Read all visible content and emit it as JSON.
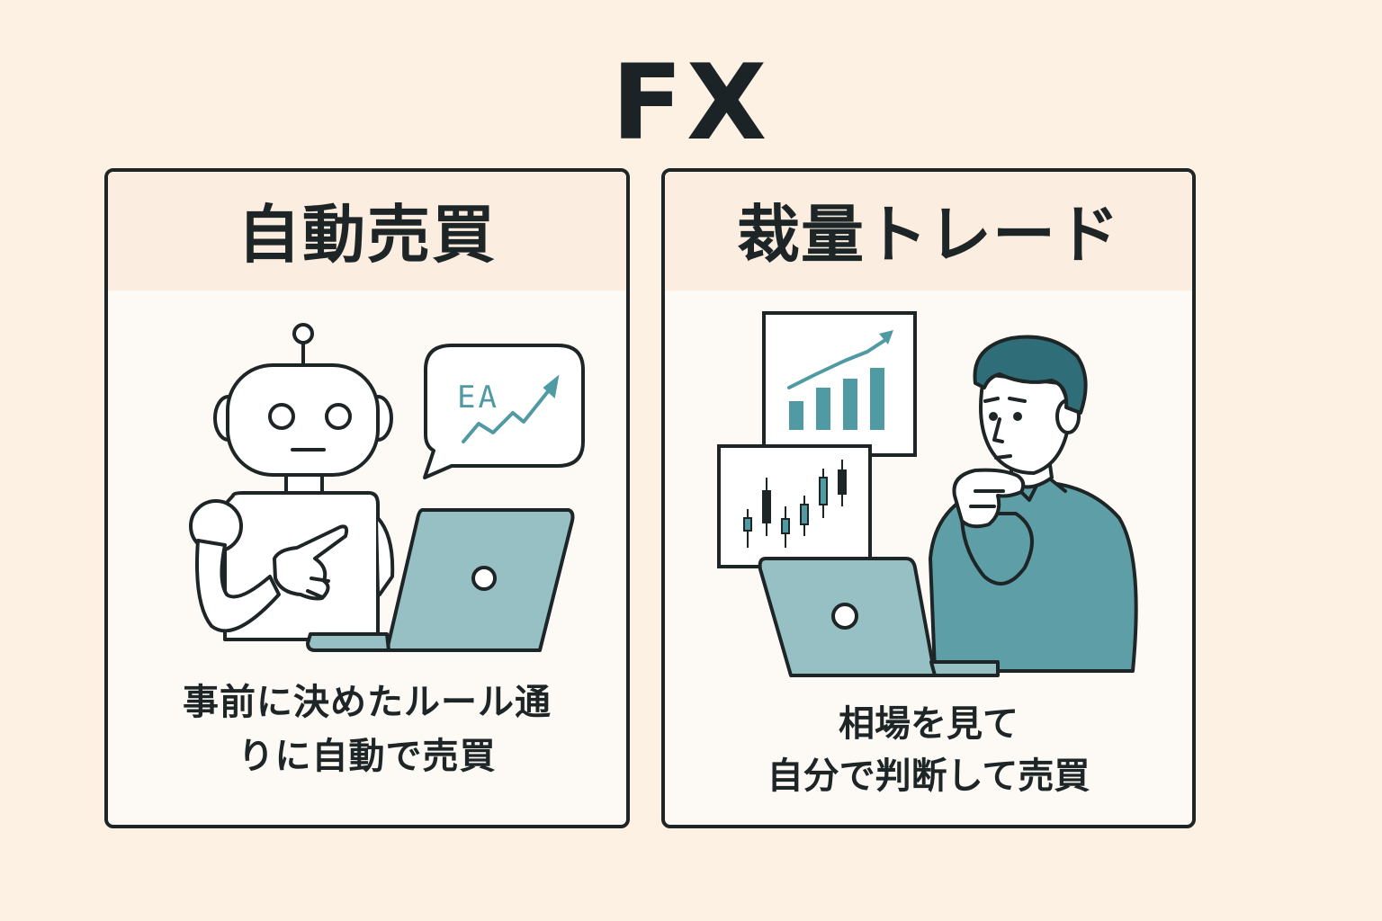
{
  "title": "FX",
  "panels": [
    {
      "title": "自動売買",
      "description_lines": [
        "事前に決めたルール通",
        "りに自動で売買"
      ],
      "bubble_text": "EA"
    },
    {
      "title": "裁量トレード",
      "description_lines": [
        "相場を見て",
        "自分で判断して売買"
      ]
    }
  ],
  "colors": {
    "background": "#fcf1e3",
    "panel_fill": "#fdfaf5",
    "panel_header": "#fbeddf",
    "outline": "#1e2527",
    "teal": "#4f9aa3",
    "teal_dark": "#3e7f88",
    "laptop": "#97c0c4",
    "hair": "#2f6e78"
  }
}
